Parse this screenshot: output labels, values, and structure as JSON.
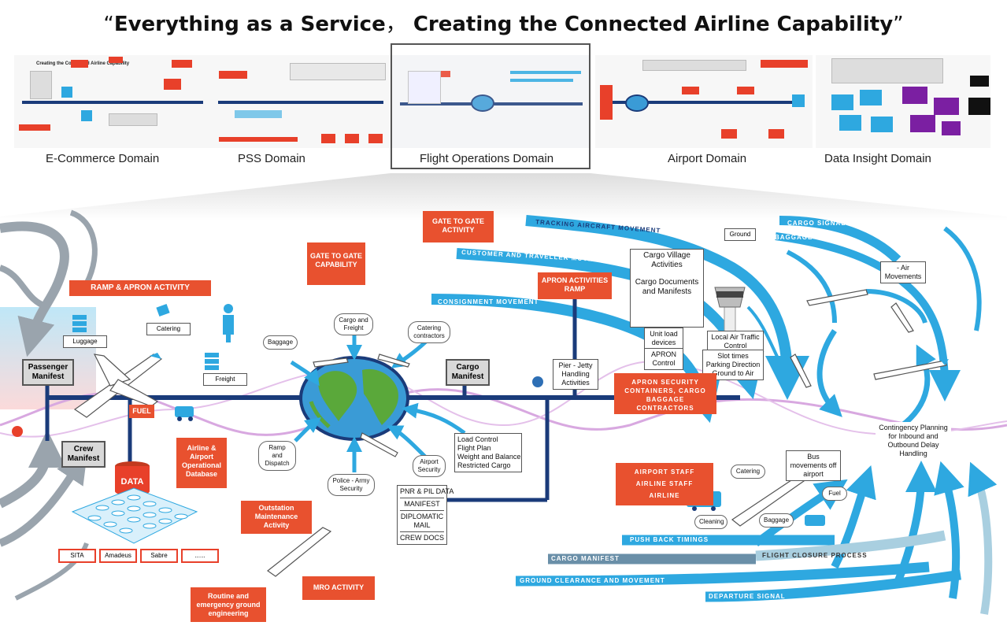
{
  "title": {
    "open_quote": "“",
    "part1": "Everything as a Service",
    "sep": "，",
    "part2": "Creating the Connected Airline Capability",
    "close_quote": "”"
  },
  "domains": [
    "E-Commerce Domain",
    "PSS Domain",
    "Flight Operations Domain",
    "Airport Domain",
    "Data Insight Domain"
  ],
  "thumb_title": "Creating the Connected Airline Capability",
  "left": {
    "ramp_apron": "RAMP & APRON ACTIVITY",
    "luggage": "Luggage",
    "catering": "Catering",
    "freight": "Freight",
    "passenger_manifest": "Passenger Manifest",
    "crew_manifest": "Crew Manifest",
    "fuel": "FUEL",
    "data": "DATA",
    "airline_db": "Airline & Airport Operational Database",
    "systems": [
      "SITA",
      "Amadeus",
      "Sabre",
      "......"
    ]
  },
  "center": {
    "gate_capability": "GATE TO GATE CAPABILITY",
    "gate_activity": "GATE TO GATE ACTIVITY",
    "baggage": "Baggage",
    "cargo_freight": "Cargo and Freight",
    "catering_contractors": "Catering contractors",
    "cargo_manifest": "Cargo Manifest",
    "ramp_dispatch": "Ramp and Dispatch",
    "police_army": "Police - Army Security",
    "airport_security": "Airport Security",
    "load_control": [
      "Load Control",
      "Flight Plan",
      "Weight and Balance",
      "Restricted Cargo"
    ],
    "pnr_list": [
      "PNR & PIL DATA",
      "MANIFEST",
      "DIPLOMATIC MAIL",
      "CREW DOCS"
    ],
    "outstation": "Outstation Maintenance Activity",
    "mro": "MRO ACTIVITY",
    "routine": "Routine and emergency ground engineering",
    "apron_ramp": "APRON ACTIVITIES RAMP",
    "pier_jetty": "Pier - Jetty Handling Activities"
  },
  "right": {
    "tracking": "TRACKING AIRCRAFT MOVEMENT",
    "customer": "CUSTOMER AND TRAVELLER MOVEMENT",
    "consignment": "CONSIGNMENT MOVEMENT",
    "cargo_village": "Cargo Village Activities",
    "cargo_docs": "Cargo Documents and Manifests",
    "ground": "Ground",
    "cargo_signal": "CARGO SIGNAL",
    "baggage_signal": "BAGGAGE SIGNAL",
    "air_movements": "- Air Movements",
    "unit_load": "Unit load devices",
    "apron_control": "APRON Control",
    "local_atc": "Local Air Traffic Control",
    "slot_times": "Slot times Parking Direction Ground to Air",
    "apron_security": "APRON SECURITY CONTAINERS, CARGO BAGGAGE CONTRACTORS",
    "contingency": "Contingency Planning for Inbound and Outbound Delay Handling",
    "bus_movements": "Bus movements off airport",
    "catering": "Catering",
    "fuel": "Fuel",
    "cleaning": "Cleaning",
    "baggage": "Baggage",
    "staff": [
      "AIRPORT STAFF",
      "AIRLINE STAFF",
      "AIRLINE"
    ],
    "push_back": "PUSH BACK TIMINGS",
    "cargo_manifest_band": "CARGO MANIFEST",
    "flight_closure": "FLIGHT CLOSURE PROCESS",
    "ground_clearance": "GROUND CLEARANCE AND MOVEMENT",
    "departure": "DEPARTURE SIGNAL"
  },
  "colors": {
    "accent_red": "#e8512f",
    "navy": "#1a3b7a",
    "sky_blue": "#2ea8e0",
    "gray_arrow": "#9aa4ad",
    "purple_wave": "#d8a8e0"
  }
}
